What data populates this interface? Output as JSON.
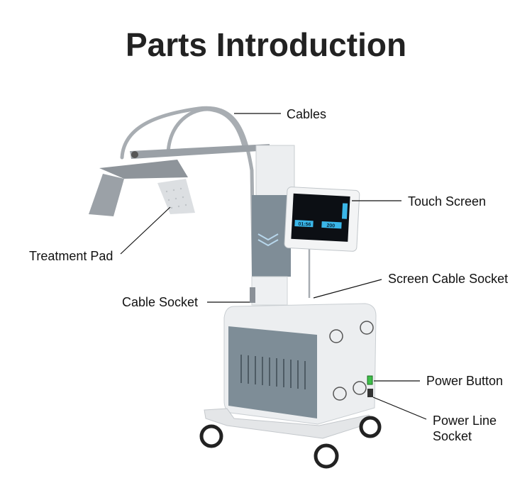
{
  "title": "Parts Introduction",
  "labels": {
    "cables": "Cables",
    "touch_screen": "Touch Screen",
    "treatment_pad": "Treatment Pad",
    "screen_cable_socket": "Screen Cable Socket",
    "cable_socket": "Cable Socket",
    "power_button": "Power Button",
    "power_line_socket_1": "Power Line",
    "power_line_socket_2": "Socket"
  },
  "screen": {
    "timer": "01:56",
    "value": "200"
  },
  "colors": {
    "device_white": "#e9ebed",
    "device_grey": "#7d8b95",
    "screen_accent": "#3ab6e8",
    "power_button": "#3fbf4a"
  }
}
